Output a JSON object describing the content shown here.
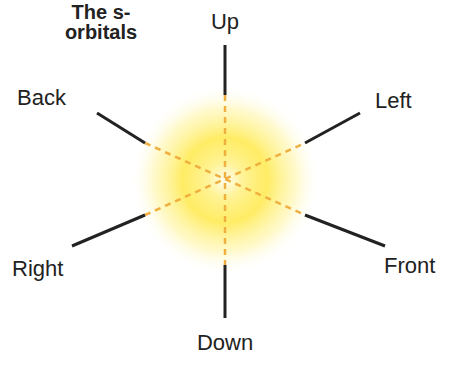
{
  "diagram": {
    "title": "The s-orbitals",
    "labels": [
      "Up",
      "Back",
      "Left",
      "Right",
      "Front",
      "Down"
    ]
  }
}
